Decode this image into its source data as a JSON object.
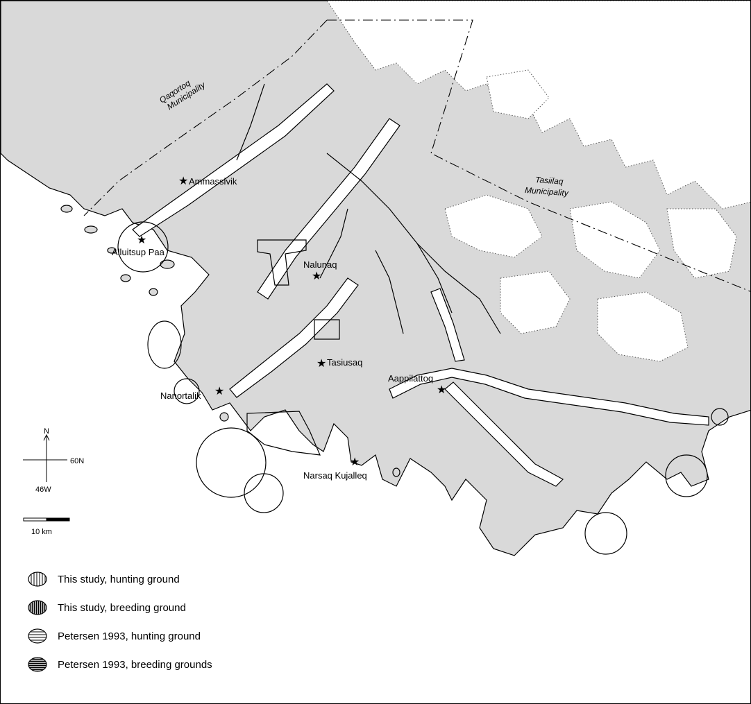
{
  "places": {
    "ammassivik": "Ammassivik",
    "alluitsup_paa": "Alluitsup Paa",
    "nalunaq": "Nalunaq",
    "tasiusaq": "Tasiusaq",
    "nanortalik": "Nanortalik",
    "aappilattoq": "Aappilattoq",
    "narsaq_kujalleq": "Narsaq Kujalleq"
  },
  "municipalities": {
    "qaqortoq_line1": "Qaqortoq",
    "qaqortoq_line2": "Municipality",
    "tasiilaq_line1": "Tasiilaq",
    "tasiilaq_line2": "Municipality"
  },
  "compass": {
    "north": "N",
    "latitude": "60N",
    "longitude": "46W"
  },
  "scale_bar": {
    "label": "10 km"
  },
  "legend": [
    {
      "label": "This study, hunting ground",
      "pattern": "vertical-light"
    },
    {
      "label": "This study, breeding ground",
      "pattern": "vertical-dense"
    },
    {
      "label": "Petersen 1993, hunting ground",
      "pattern": "horizontal-light"
    },
    {
      "label": "Petersen 1993, breeding grounds",
      "pattern": "horizontal-dense"
    }
  ],
  "colors": {
    "land": "#d9d9d9",
    "ice": "#ffffff",
    "line": "#000000"
  }
}
